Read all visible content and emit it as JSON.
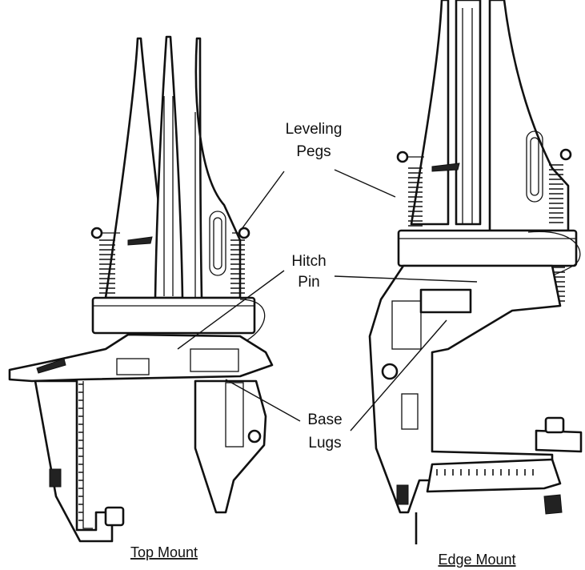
{
  "labels": {
    "leveling_pegs": [
      "Leveling",
      "Pegs"
    ],
    "hitch_pin": [
      "Hitch",
      "Pin"
    ],
    "base_lugs": [
      "Base",
      "Lugs"
    ]
  },
  "captions": {
    "top_mount": "Top Mount",
    "edge_mount": "Edge Mount"
  }
}
